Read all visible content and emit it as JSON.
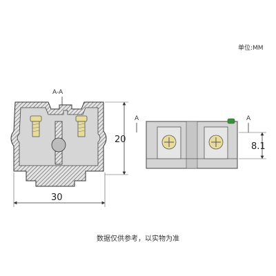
{
  "unit_label": "单位:MM",
  "section_label": "A-A",
  "dim_height": "20",
  "dim_width": "30",
  "dim_side_height": "8.1",
  "section_mark_left": "A",
  "section_mark_right": "A",
  "footer_note": "数据仅供参考，以实物为准",
  "colors": {
    "body": "#d2d2d2",
    "hatch": "#555555",
    "screw": "#e8dc9a",
    "indicator": "#3e8e3e",
    "line": "#333333"
  }
}
